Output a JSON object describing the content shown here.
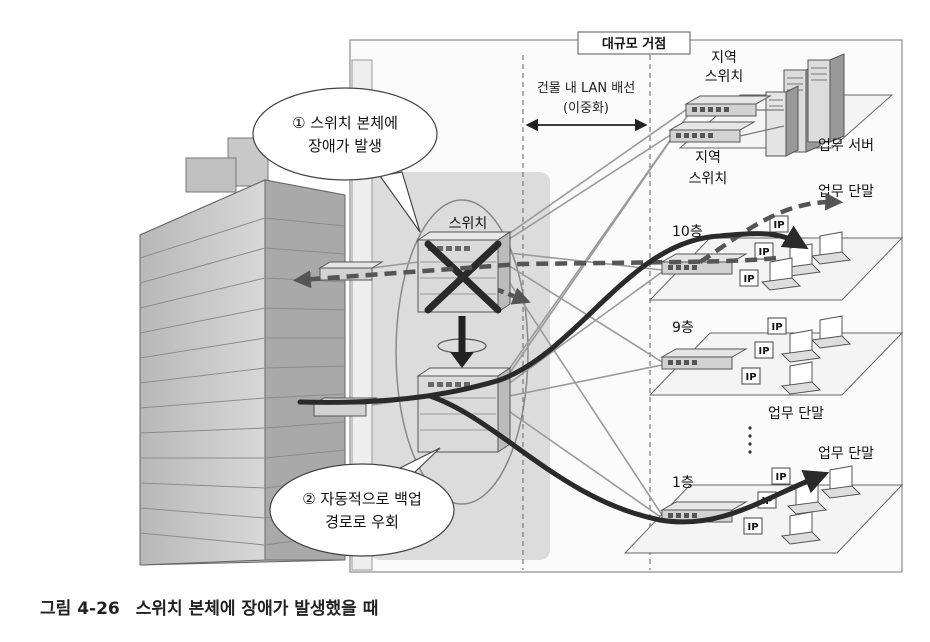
{
  "site_title": "대규모 거점",
  "lan_label": "건물 내 LAN 배선",
  "lan_sub": "(이중화)",
  "callout1": {
    "line1": "① 스위치 본체에",
    "line2": "장애가 발생"
  },
  "callout2": {
    "line1": "② 자동적으로 백업",
    "line2": "경로로 우회"
  },
  "switch_label": "스위치",
  "regional_switch_1": {
    "line1": "지역",
    "line2": "스위치"
  },
  "regional_switch_2": {
    "line1": "지역",
    "line2": "스위치"
  },
  "business_server": "업무 서버",
  "terminal_top": "업무 단말",
  "terminal_mid": "업무 단말",
  "terminal_bottom": "업무 단말",
  "floor_10": "10층",
  "floor_9": "9층",
  "floor_1": "1층",
  "ip_badge": "IP",
  "caption": {
    "number": "그림 4-26",
    "text": "스위치 본체에 장애가 발생했을 때"
  }
}
